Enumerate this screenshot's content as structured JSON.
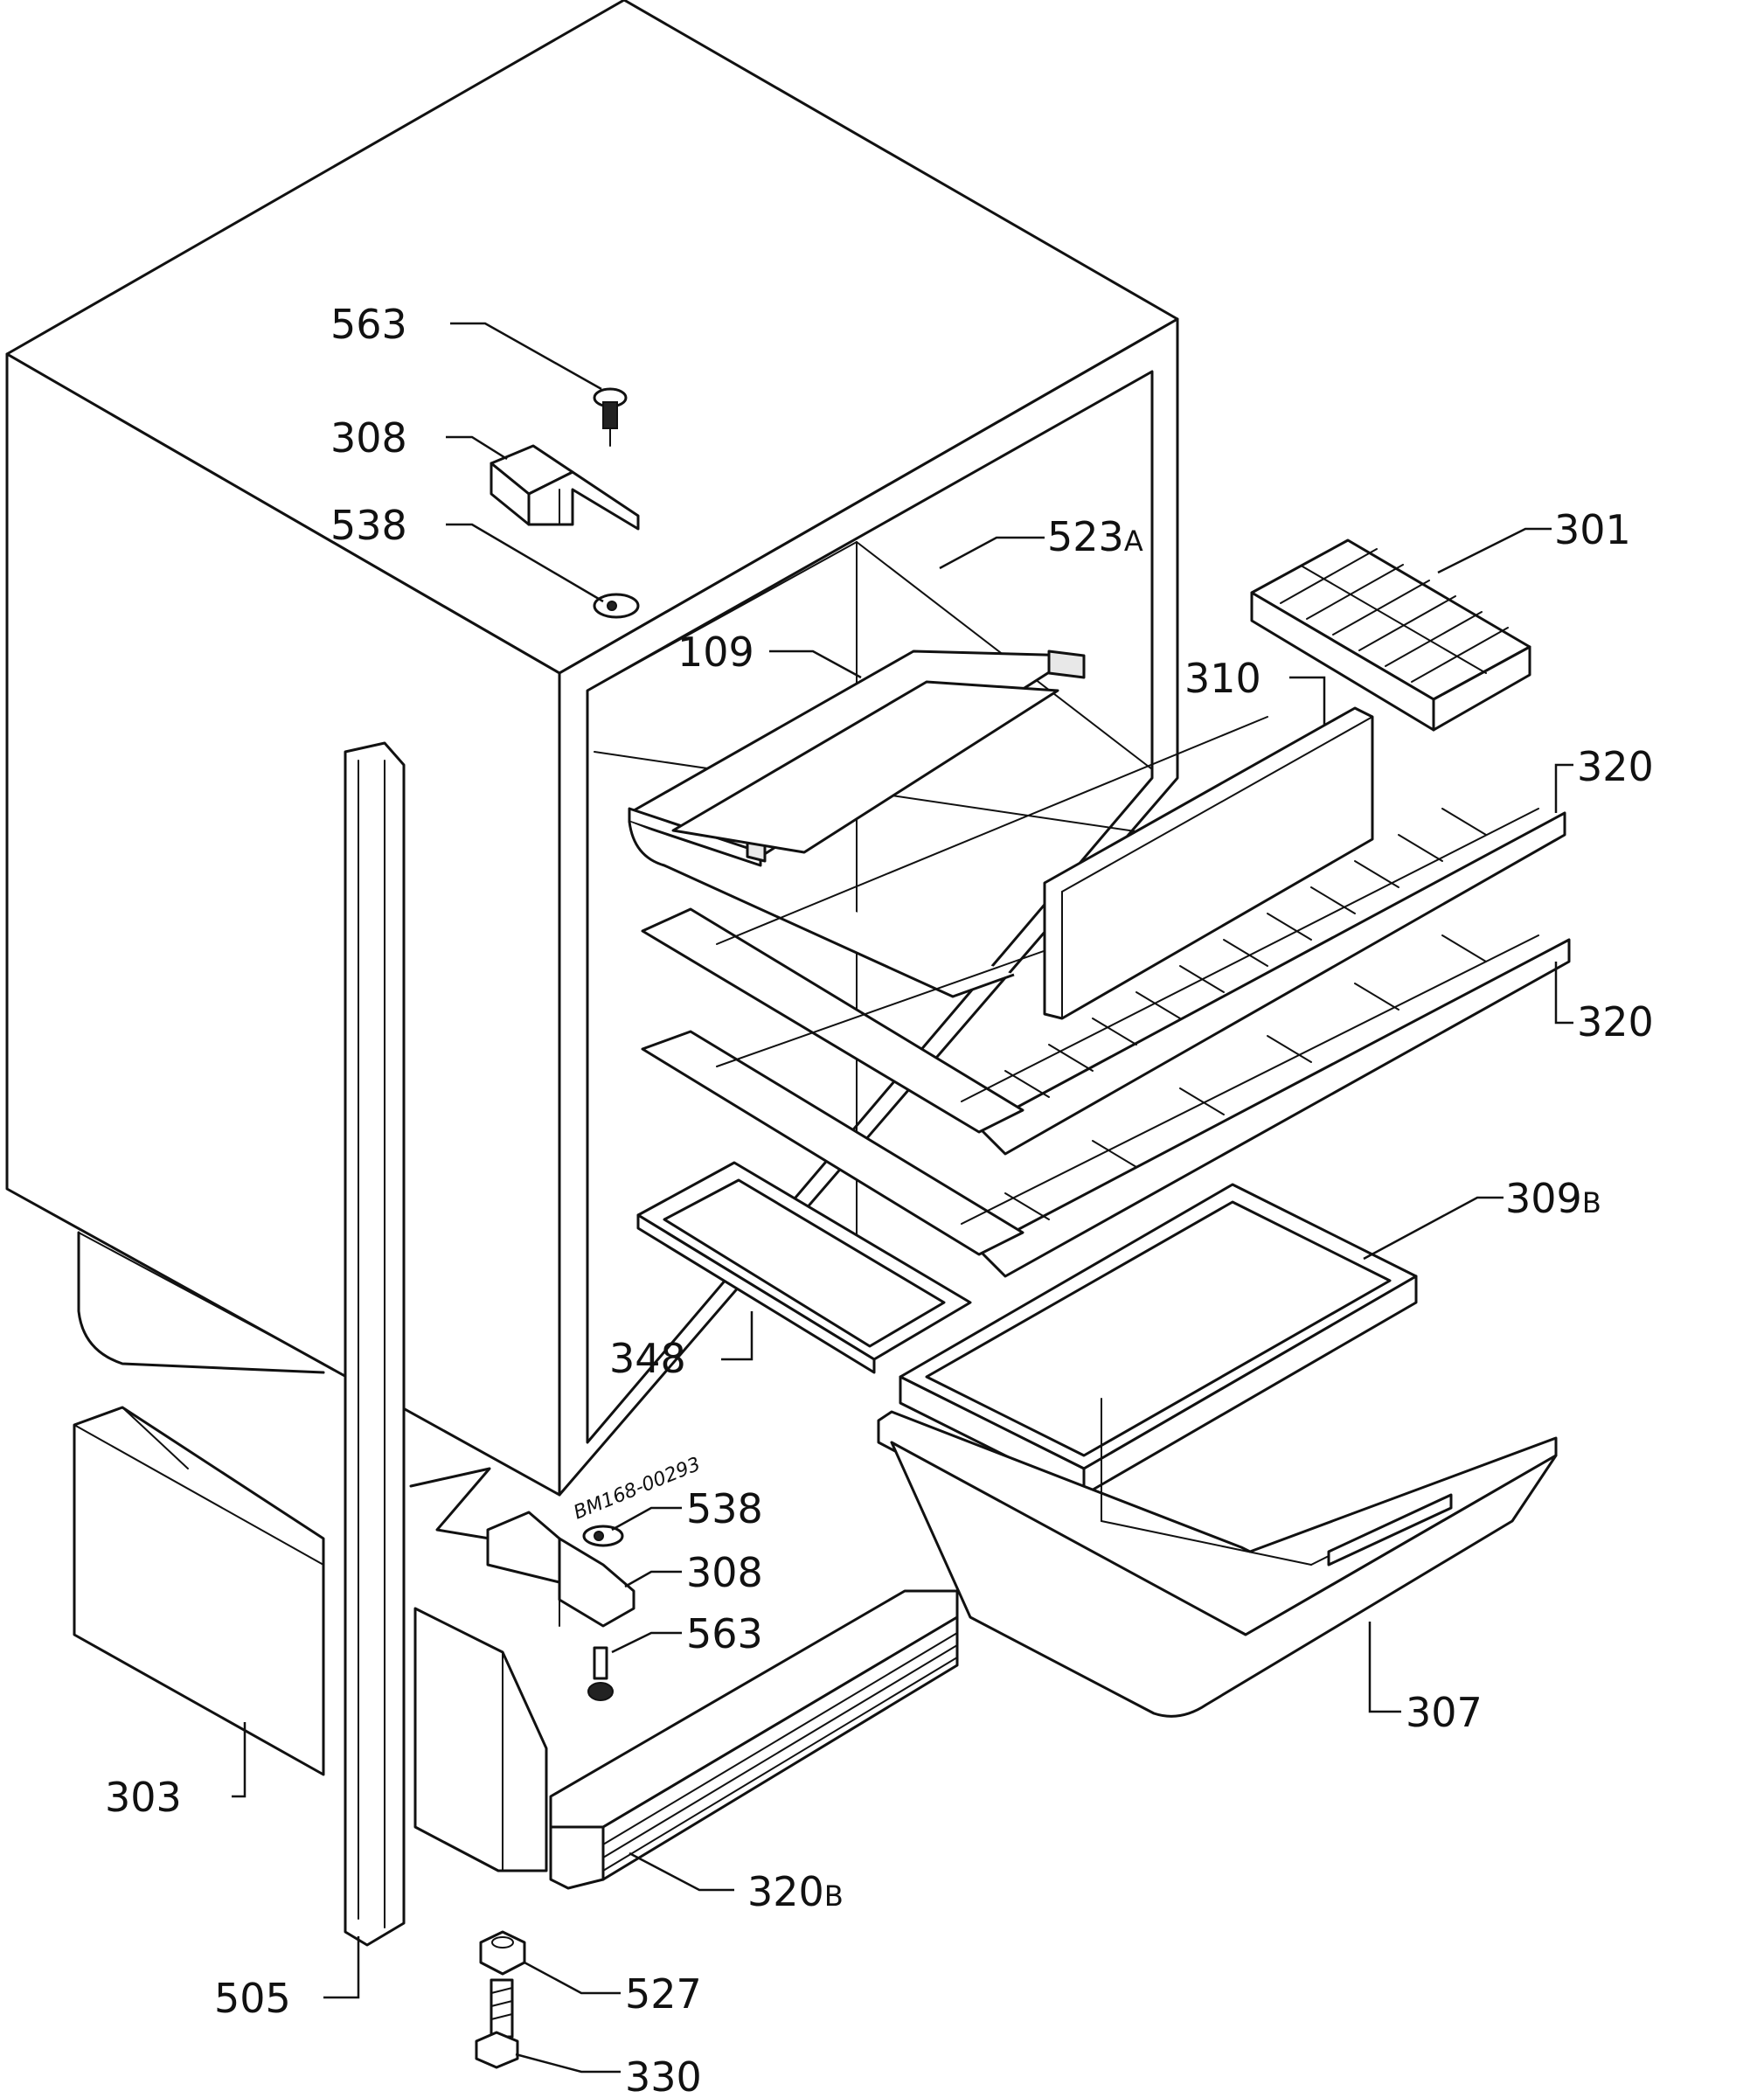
{
  "drawing_code": "BM168-00293",
  "callouts": [
    {
      "id": "563_top",
      "text": "563"
    },
    {
      "id": "308_top",
      "text": "308"
    },
    {
      "id": "538_top",
      "text": "538"
    },
    {
      "id": "523A",
      "text": "523",
      "suffix": "A"
    },
    {
      "id": "109",
      "text": "109"
    },
    {
      "id": "310",
      "text": "310"
    },
    {
      "id": "301",
      "text": "301"
    },
    {
      "id": "320_a",
      "text": "320"
    },
    {
      "id": "320_b",
      "text": "320"
    },
    {
      "id": "309B",
      "text": "309",
      "suffix": "B"
    },
    {
      "id": "348",
      "text": "348"
    },
    {
      "id": "538_bot",
      "text": "538"
    },
    {
      "id": "308_bot",
      "text": "308"
    },
    {
      "id": "563_bot",
      "text": "563"
    },
    {
      "id": "307",
      "text": "307"
    },
    {
      "id": "303",
      "text": "303"
    },
    {
      "id": "320B",
      "text": "320",
      "suffix": "B"
    },
    {
      "id": "505",
      "text": "505"
    },
    {
      "id": "527",
      "text": "527"
    },
    {
      "id": "330",
      "text": "330"
    }
  ]
}
